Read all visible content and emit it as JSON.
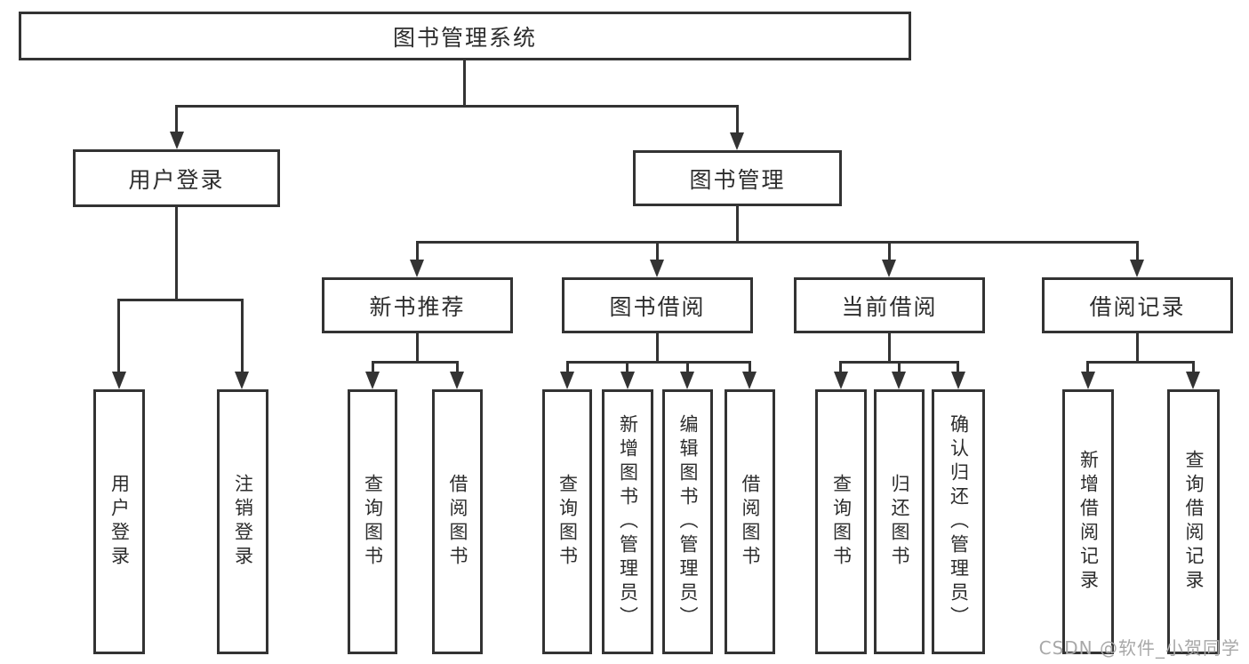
{
  "diagram": {
    "background": "#ffffff",
    "line_color": "#333333",
    "text_color": "#2d2d2d",
    "watermark_color": "#a8a8a8",
    "watermark": "CSDN @软件_小贺同学",
    "root": {
      "label": "图书管理系统"
    },
    "level2": [
      {
        "id": "user-login",
        "label": "用户登录"
      },
      {
        "id": "book-management",
        "label": "图书管理"
      }
    ],
    "level3": [
      {
        "id": "new-book-recommend",
        "label": "新书推荐"
      },
      {
        "id": "book-borrow",
        "label": "图书借阅"
      },
      {
        "id": "current-borrow",
        "label": "当前借阅"
      },
      {
        "id": "borrow-records",
        "label": "借阅记录"
      }
    ],
    "leaves": [
      {
        "id": "user-login",
        "label": "用户登录",
        "parent": "用户登录"
      },
      {
        "id": "logout",
        "label": "注销登录",
        "parent": "用户登录"
      },
      {
        "id": "query-books-recommend",
        "label": "查询图书",
        "parent": "新书推荐"
      },
      {
        "id": "borrow-books-recommend",
        "label": "借阅图书",
        "parent": "新书推荐"
      },
      {
        "id": "query-books-borrow",
        "label": "查询图书",
        "parent": "图书借阅"
      },
      {
        "id": "add-books-admin",
        "label": "新增图书（管理员）",
        "parent": "图书借阅"
      },
      {
        "id": "edit-books-admin",
        "label": "编辑图书（管理员）",
        "parent": "图书借阅"
      },
      {
        "id": "borrow-books-borrow",
        "label": "借阅图书",
        "parent": "图书借阅"
      },
      {
        "id": "query-books-current",
        "label": "查询图书",
        "parent": "当前借阅"
      },
      {
        "id": "return-books",
        "label": "归还图书",
        "parent": "当前借阅"
      },
      {
        "id": "confirm-return-admin",
        "label": "确认归还（管理员）",
        "parent": "当前借阅"
      },
      {
        "id": "add-borrow-record",
        "label": "新增借阅记录",
        "parent": "借阅记录"
      },
      {
        "id": "query-borrow-record",
        "label": "查询借阅记录",
        "parent": "借阅记录"
      }
    ]
  }
}
